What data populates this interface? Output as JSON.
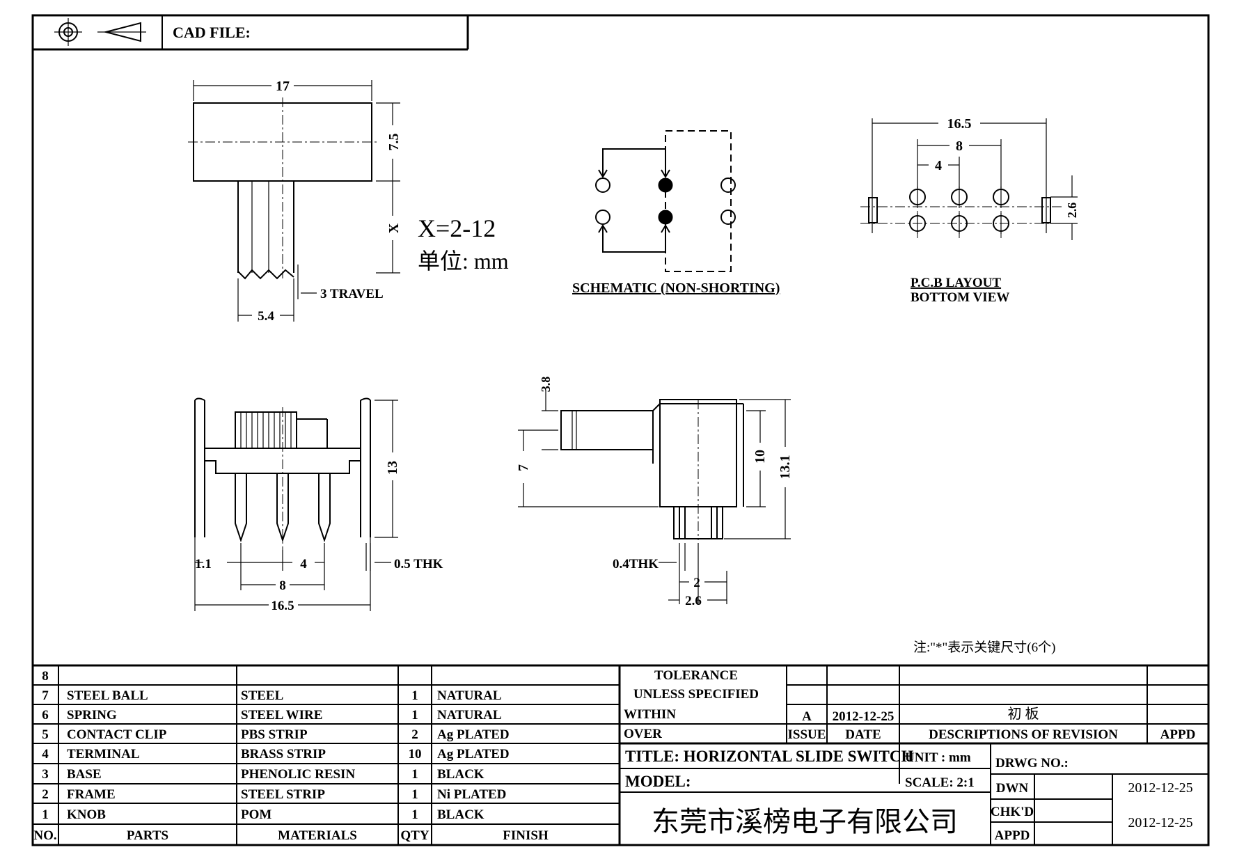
{
  "title_block": {
    "cad_file_label": "CAD FILE:"
  },
  "views": {
    "top": {
      "dim_width": "17",
      "dim_height": "7.5",
      "dim_x": "X",
      "dim_stem": "5.4",
      "travel": "3 TRAVEL",
      "x_range": "X=2-12",
      "unit_label": "单位:  mm"
    },
    "schematic": {
      "caption": "SCHEMATIC (NON-SHORTING)"
    },
    "pcb": {
      "dim_overall": "16.5",
      "dim_mid": "8",
      "dim_pitch": "4",
      "dim_row": "2.6",
      "caption_line1": "P.C.B LAYOUT",
      "caption_line2": "BOTTOM VIEW"
    },
    "front": {
      "dim_height": "13",
      "dim_edge": "1.1",
      "dim_pitch": "4",
      "dim_span": "8",
      "dim_overall": "16.5",
      "thickness": "0.5 THK"
    },
    "side": {
      "dim_knob": "3.8",
      "dim_seven": "7",
      "dim_ten": "10",
      "dim_total": "13.1",
      "thickness": "0.4THK",
      "dim_two": "2",
      "dim_pin": "2.6"
    },
    "note": "注:\"*\"表示关键尺寸(6个)"
  },
  "bom": {
    "rows": [
      {
        "no": "8",
        "part": "",
        "material": "",
        "qty": "",
        "finish": ""
      },
      {
        "no": "7",
        "part": "STEEL BALL",
        "material": "STEEL",
        "qty": "1",
        "finish": "NATURAL"
      },
      {
        "no": "6",
        "part": "SPRING",
        "material": "STEEL WIRE",
        "qty": "1",
        "finish": "NATURAL"
      },
      {
        "no": "5",
        "part": "CONTACT CLIP",
        "material": "PBS STRIP",
        "qty": "2",
        "finish": "Ag PLATED"
      },
      {
        "no": "4",
        "part": "TERMINAL",
        "material": "BRASS STRIP",
        "qty": "10",
        "finish": "Ag PLATED"
      },
      {
        "no": "3",
        "part": "BASE",
        "material": "PHENOLIC RESIN",
        "qty": "1",
        "finish": "BLACK"
      },
      {
        "no": "2",
        "part": "FRAME",
        "material": "STEEL STRIP",
        "qty": "1",
        "finish": "Ni PLATED"
      },
      {
        "no": "1",
        "part": "KNOB",
        "material": "POM",
        "qty": "1",
        "finish": "BLACK"
      }
    ],
    "headers": {
      "no": "NO.",
      "part": "PARTS",
      "material": "MATERIALS",
      "qty": "QTY",
      "finish": "FINISH"
    }
  },
  "info": {
    "tolerance_line1": "TOLERANCE",
    "tolerance_line2": "UNLESS   SPECIFIED",
    "within": "WITHIN",
    "over": "OVER",
    "rev_letter": "A",
    "rev_date": "2012-12-25",
    "rev_desc": "初 板",
    "issue_label": "ISSUE",
    "date_label": "DATE",
    "desc_label": "DESCRIPTIONS  OF  REVISION",
    "appd_label": "APPD",
    "title": "TITLE: HORIZONTAL  SLIDE  SWITCH",
    "unit": "UNIT : mm",
    "drwg_no": "DRWG  NO.:",
    "model": "MODEL:",
    "scale": "SCALE: 2:1",
    "dwn_label": "DWN",
    "dwn_date": "2012-12-25",
    "company": "东莞市溪榜电子有限公司",
    "chkd_label": "CHK'D",
    "appd2_label": "APPD",
    "chk_date": "2012-12-25"
  }
}
